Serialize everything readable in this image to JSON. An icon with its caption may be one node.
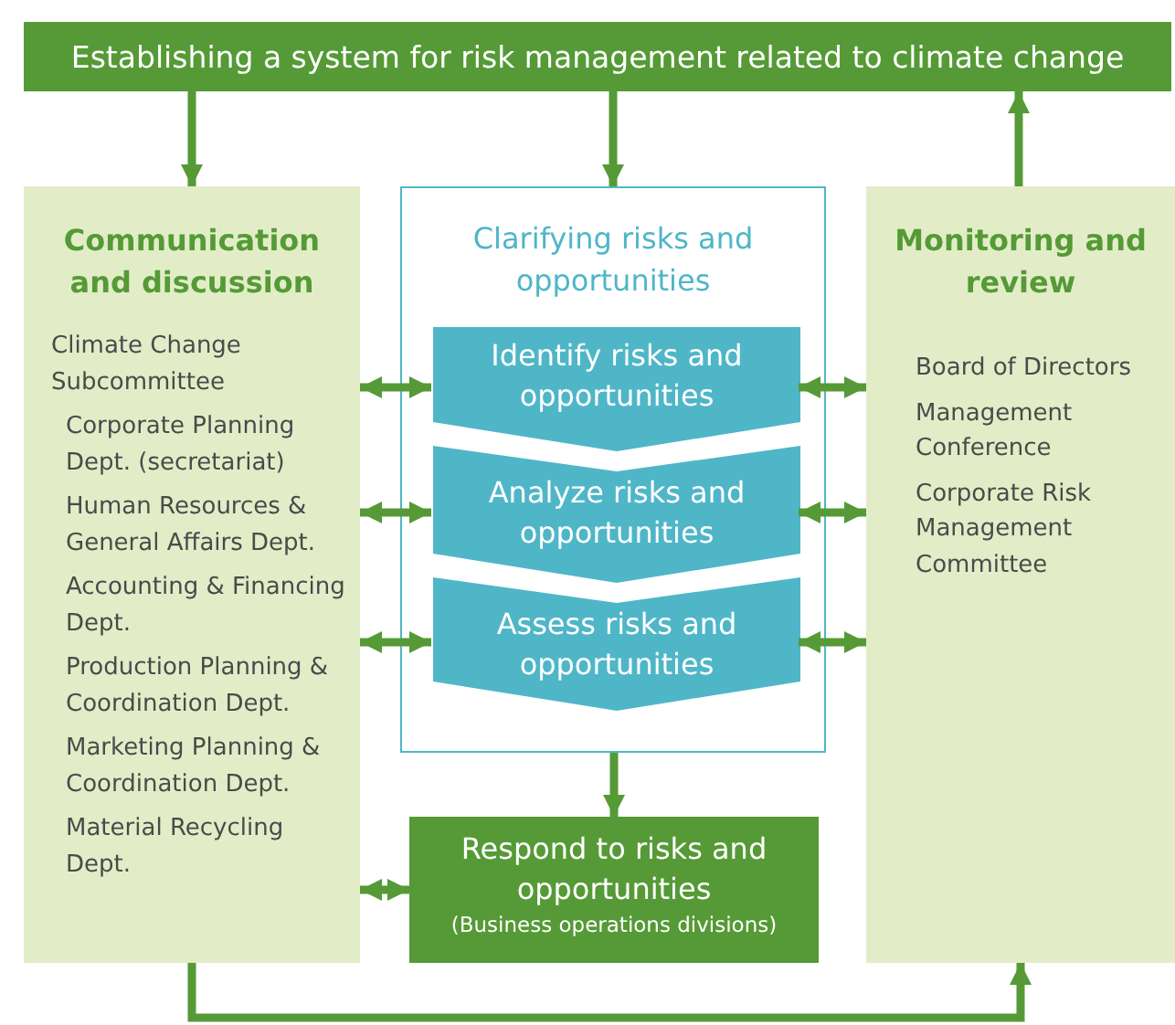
{
  "diagram": {
    "nodes": [
      {
        "text": [
          "Establishing a system for risk management related to climate change"
        ]
      },
      {
        "text": [
          "Communication and discussion",
          "Climate Change Subcommittee",
          "Corporate Planning Dept. (secretariat)",
          "Human Resources & General Affairs Dept.",
          "Accounting & Financing Dept.",
          "Production Planning & Coordination Dept.",
          "Marketing Planning & Coordination Dept.",
          "Material Recycling Dept."
        ]
      },
      {
        "text": [
          "Clarifying risks and opportunities"
        ]
      },
      {
        "text": [
          "Identify risks and opportunities"
        ],
        "in": 2
      },
      {
        "text": [
          "Analyze risks and opportunities"
        ],
        "in": 2
      },
      {
        "text": [
          "Assess risks and opportunities"
        ],
        "in": 2
      },
      {
        "text": [
          "Respond to risks and opportunities",
          "(Business operations divisions)"
        ]
      },
      {
        "text": [
          "Monitoring and review",
          "Board of Directors",
          "Management Conference",
          "Corporate Risk Management Committee"
        ]
      }
    ],
    "edges": [
      {
        "from": 0,
        "to": 1,
        "arrow": "to"
      },
      {
        "from": 0,
        "to": 2,
        "arrow": "to"
      },
      {
        "from": 7,
        "to": 0,
        "arrow": "to"
      },
      {
        "from": 1,
        "to": 3,
        "arrow": "both"
      },
      {
        "from": 1,
        "to": 4,
        "arrow": "both"
      },
      {
        "from": 1,
        "to": 5,
        "arrow": "both"
      },
      {
        "from": 3,
        "to": 7,
        "arrow": "both"
      },
      {
        "from": 4,
        "to": 7,
        "arrow": "both"
      },
      {
        "from": 5,
        "to": 7,
        "arrow": "both"
      },
      {
        "from": 2,
        "to": 6,
        "arrow": "to"
      },
      {
        "from": 1,
        "to": 6,
        "arrow": "both"
      },
      {
        "from": 1,
        "to": 7,
        "arrow": "to"
      }
    ]
  }
}
